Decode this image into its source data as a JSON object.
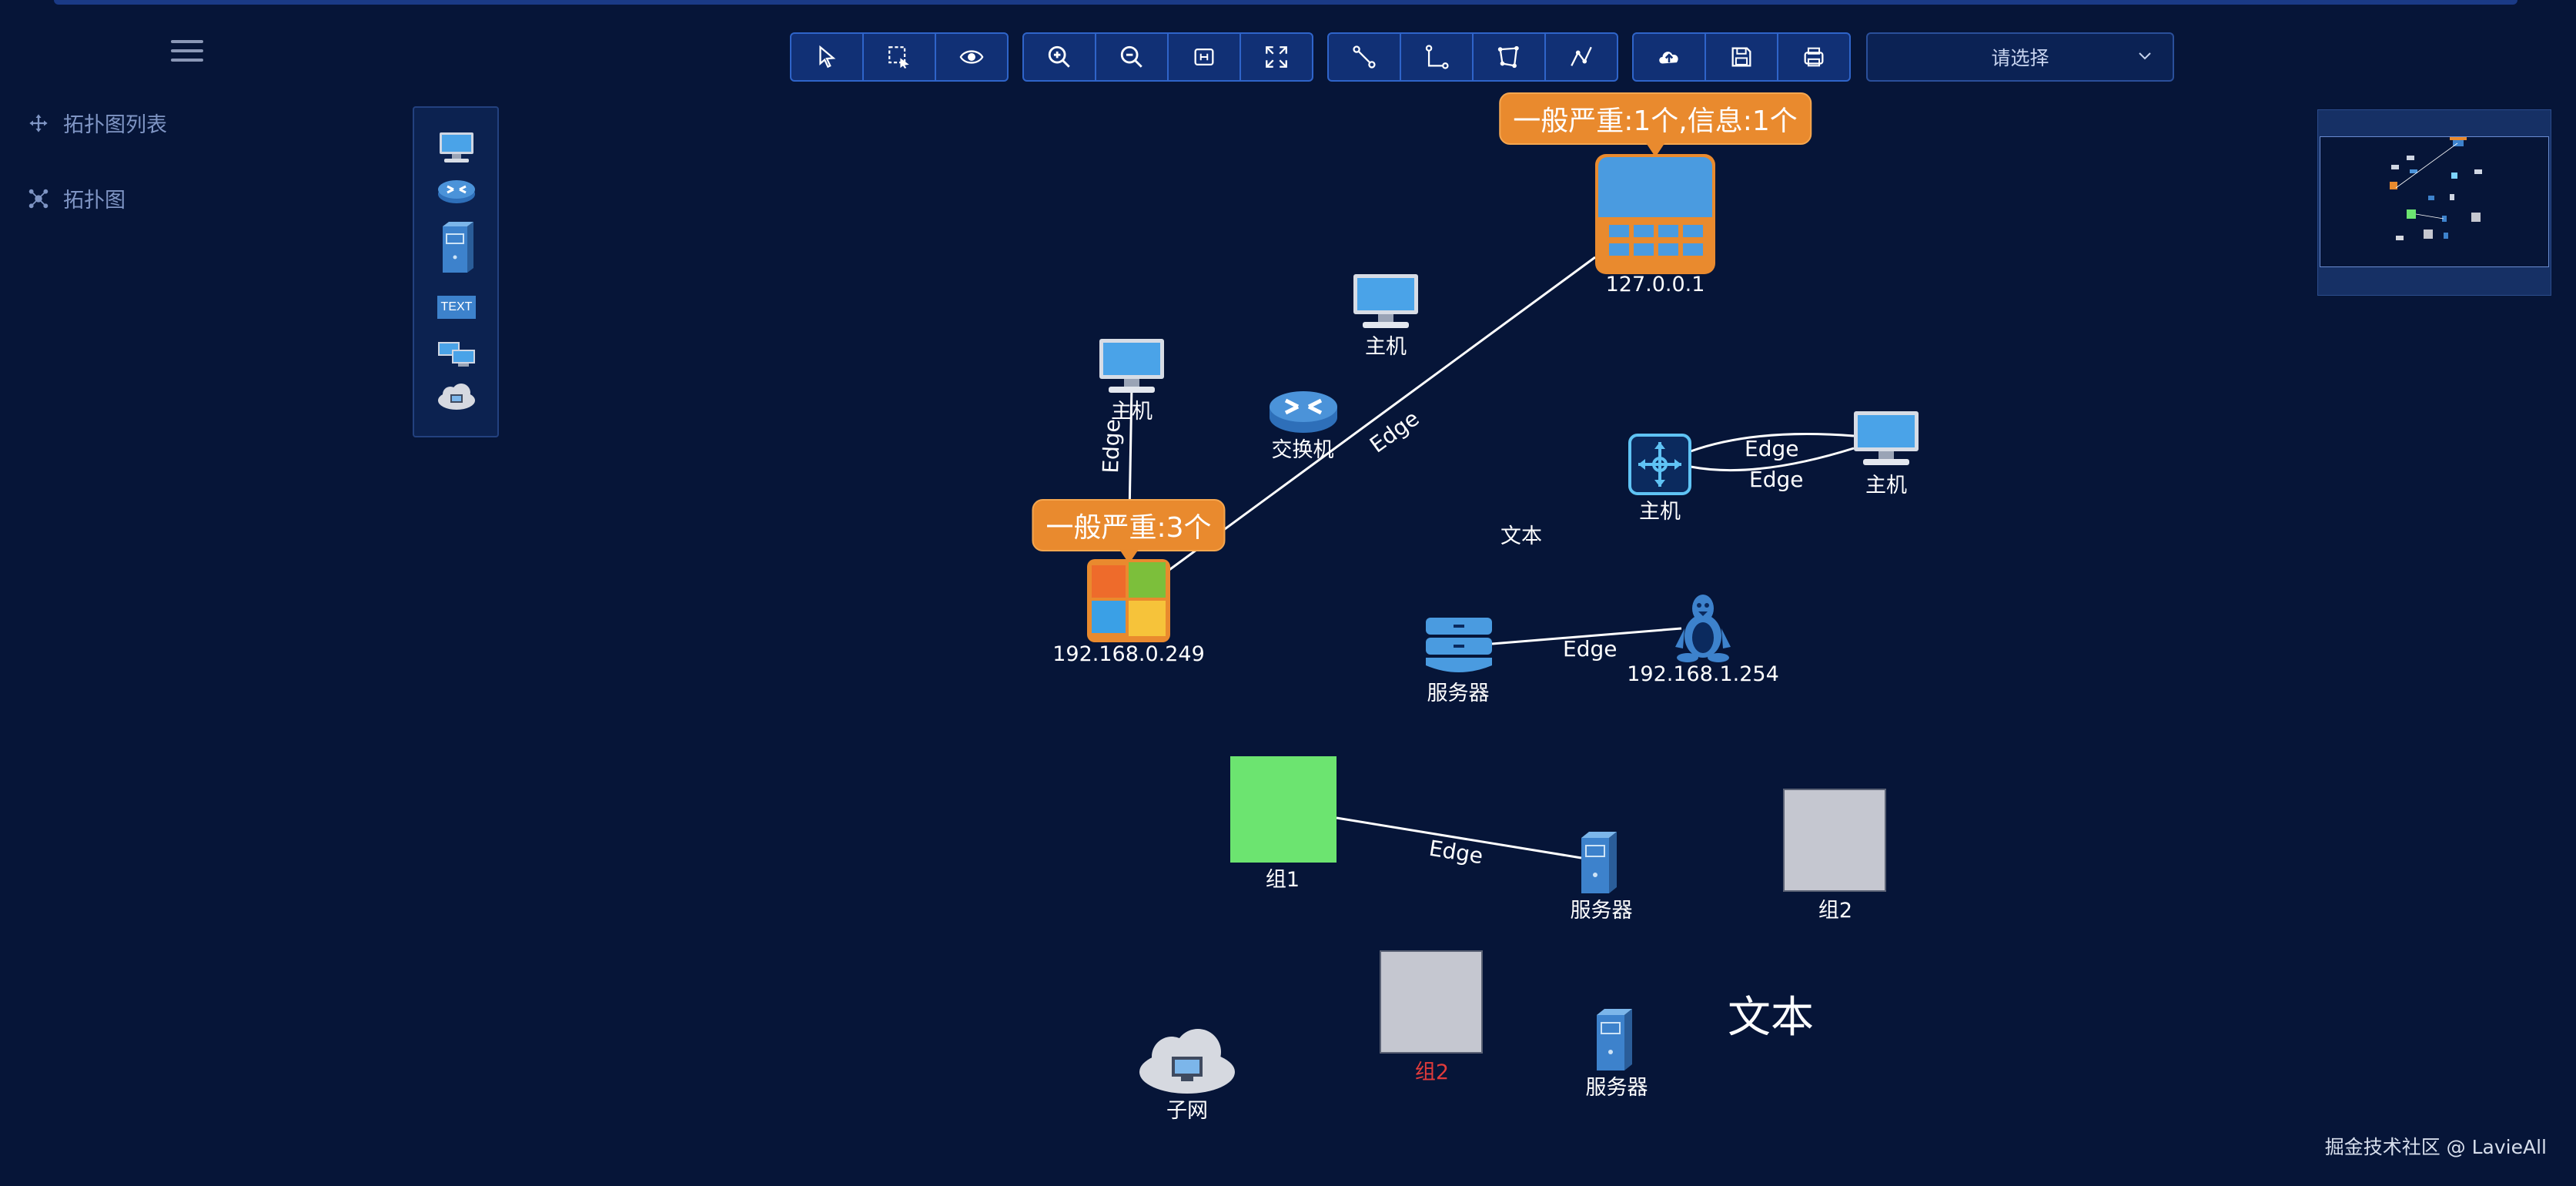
{
  "sidebar": {
    "menu_icon": "hamburger-icon",
    "items": [
      {
        "label": "拓扑图列表",
        "icon": "move-icon"
      },
      {
        "label": "拓扑图",
        "icon": "topology-icon"
      }
    ]
  },
  "palette": {
    "items": [
      {
        "name": "host",
        "icon": "monitor-icon"
      },
      {
        "name": "switch",
        "icon": "router-icon"
      },
      {
        "name": "server",
        "icon": "server-icon"
      },
      {
        "name": "text",
        "icon": "text-icon",
        "text": "TEXT"
      },
      {
        "name": "group",
        "icon": "multi-monitor-icon"
      },
      {
        "name": "subnet",
        "icon": "cloud-icon"
      }
    ]
  },
  "toolbar": {
    "groups": [
      [
        "pointer-icon",
        "select-area-icon",
        "eye-icon"
      ],
      [
        "zoom-in-icon",
        "zoom-out-icon",
        "fit-icon",
        "fullscreen-icon"
      ],
      [
        "line-icon",
        "polyline-icon",
        "polygon-icon",
        "curve-icon"
      ],
      [
        "cloud-upload-icon",
        "save-icon",
        "print-icon"
      ]
    ],
    "select_placeholder": "请选择"
  },
  "nodes": {
    "firewall": {
      "label": "127.0.0.1",
      "tooltip": "一般严重:1个,信息:1个"
    },
    "host_top": {
      "label": "主机"
    },
    "host_left": {
      "label": "主机"
    },
    "switch": {
      "label": "交换机"
    },
    "windows": {
      "label": "192.168.0.249",
      "tooltip": "一般严重:3个"
    },
    "hub": {
      "label": "主机"
    },
    "host_right": {
      "label": "主机"
    },
    "text_small": {
      "label": "文本"
    },
    "server_storage": {
      "label": "服务器"
    },
    "linux": {
      "label": "192.168.1.254"
    },
    "group1": {
      "label": "组1",
      "color": "#6ce470"
    },
    "server_mid": {
      "label": "服务器"
    },
    "group2_right": {
      "label": "组2",
      "color": "#c5c7d0"
    },
    "group2_bottom": {
      "label": "组2",
      "color": "#c5c7d0",
      "label_color": "#e23b3b"
    },
    "server_bottom": {
      "label": "服务器"
    },
    "text_large": {
      "label": "文本"
    },
    "subnet": {
      "label": "子网"
    }
  },
  "edges": {
    "label": "Edge",
    "items": [
      {
        "from": "host_left",
        "to": "windows",
        "label": "Edge"
      },
      {
        "from": "windows",
        "to": "firewall",
        "label": "Edge"
      },
      {
        "from": "hub",
        "to": "host_right",
        "label": "Edge"
      },
      {
        "from": "host_right",
        "to": "hub",
        "label": "Edge"
      },
      {
        "from": "server_storage",
        "to": "linux",
        "label": "Edge"
      },
      {
        "from": "group1",
        "to": "server_mid",
        "label": "Edge"
      }
    ]
  },
  "footer": {
    "text": "掘金技术社区 @ LavieAll"
  },
  "colors": {
    "background": "#061538",
    "accent": "#2f64c9",
    "warning": "#e98a2e"
  }
}
